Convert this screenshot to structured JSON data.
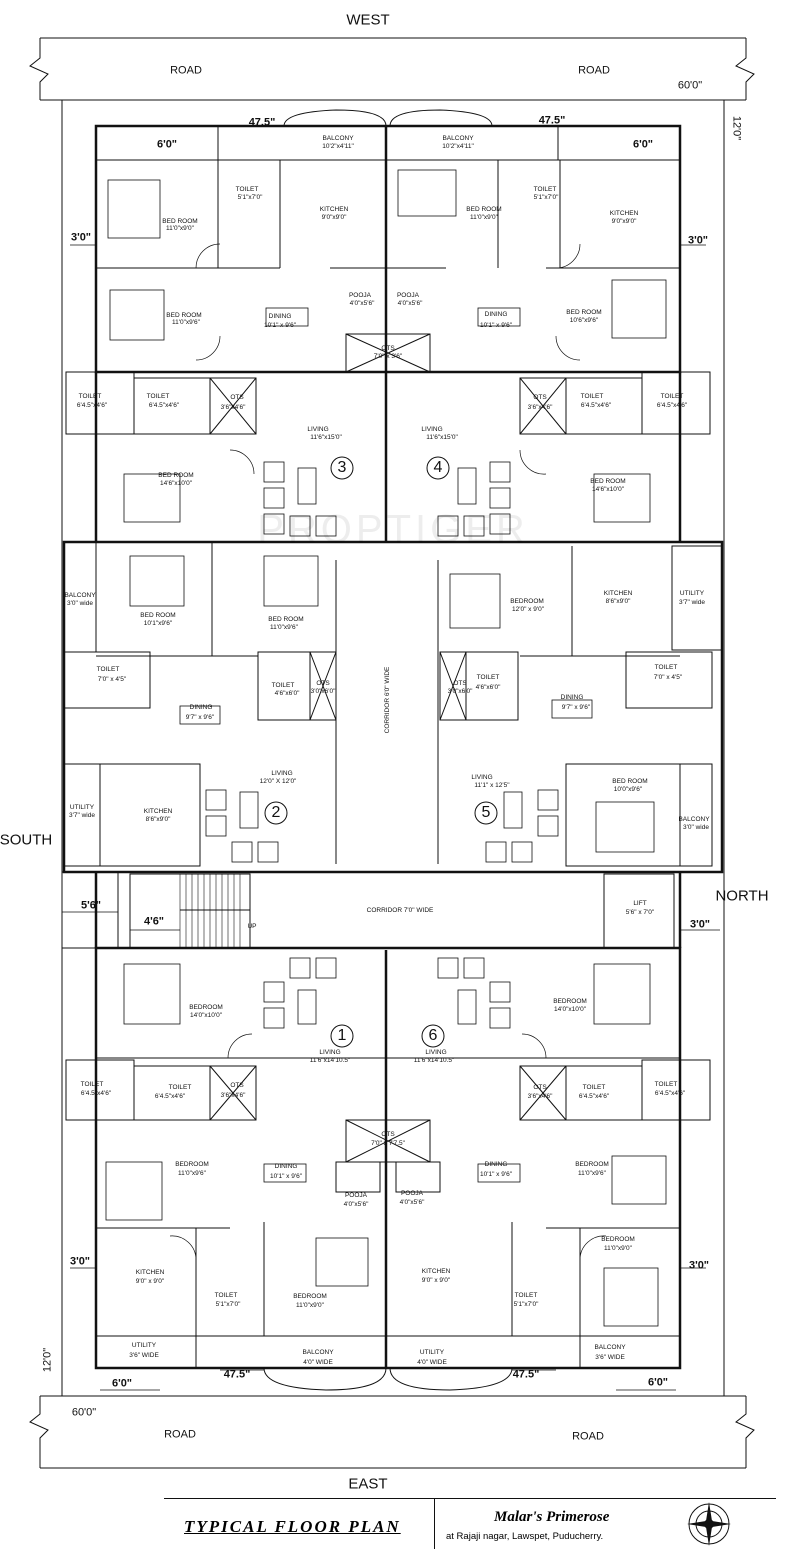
{
  "directions": {
    "west": "WEST",
    "east": "EAST",
    "south": "SOUTH",
    "north": "NORTH"
  },
  "roads": {
    "label": "ROAD",
    "width": "60'0\"",
    "setback": "12'0\""
  },
  "dimensions": {
    "d47_5": "47.5\"",
    "d6_0": "6'0\"",
    "d3_0": "3'0\"",
    "d5_6": "5'6\"",
    "d4_6": "4'6\""
  },
  "units": [
    "1",
    "2",
    "3",
    "4",
    "5",
    "6"
  ],
  "corridors": {
    "main": "CORRIDOR 7'0\" WIDE",
    "vertical": "CORRIDOR 6'0\" WIDE",
    "lift": "LIFT",
    "lift_size": "5'6\" x 7'0\"",
    "up": "UP"
  },
  "rooms": {
    "balcony_w": "BALCONY",
    "balcony_w_size": "10'2\"x4'11\"",
    "bedroom_nw": "BED ROOM",
    "bedroom_nw_size": "11'0\"x9'0\"",
    "toilet_nw": "TOILET",
    "toilet_nw_size": "5'1\"x7'0\"",
    "kitchen_nw": "KITCHEN",
    "kitchen_nw_size": "9'0\"x9'0\"",
    "bedroom_nw2": "BED ROOM",
    "bedroom_nw2_size": "11'0\"x9'0\"",
    "bedroom_w3": "BED ROOM",
    "bedroom_w3_size": "11'0\"x9'6\"",
    "bedroom_w4": "BED ROOM",
    "bedroom_w4_size": "10'6\"x9'6\"",
    "dining_w3": "DINING",
    "dining_w3_size": "10'1\" x 9'6\"",
    "dining_w4": "DINING",
    "dining_w4_size": "10'1\" x 9'6\"",
    "pooja": "POOJA",
    "pooja_size": "4'0\"x5'6\"",
    "ots": "OTS",
    "ots_w_size": "7'0\" x 3'6\"",
    "toilet_small": "TOILET",
    "toilet_small_size": "6'4.5\"x4'6\"",
    "ots_small_size": "3'6\"x4'6\"",
    "living34": "LIVING",
    "living34_size": "11'6\"x15'0\"",
    "bedroom_34": "BED ROOM",
    "bedroom_34_size": "14'6\"x10'0\"",
    "balcony_s": "BALCONY",
    "balcony_s_size": "3'0\" wide",
    "bedroom_s2a": "BED ROOM",
    "bedroom_s2a_size": "10'1\"x9'6\"",
    "bedroom_s2b": "BED ROOM",
    "bedroom_s2b_size": "11'0\"x9'6\"",
    "toilet_s2": "TOILET",
    "toilet_s2_size": "7'0\" x 4'5\"",
    "dining_s2": "DINING",
    "dining_s2_size": "9'7\" x 9'6\"",
    "toilet_s2b": "TOILET",
    "toilet_s2b_size": "4'6\"x6'0\"",
    "ots_s2": "OTS",
    "ots_s2_size": "3'0\"x6'0\"",
    "living2": "LIVING",
    "living2_size": "12'0\" X 12'0\"",
    "utility": "UTILITY",
    "utility_size": "3'7\" wide",
    "kitchen_s2": "KITCHEN",
    "kitchen_s2_size": "8'6\"x9'0\"",
    "bedroom_n5": "BEDROOM",
    "bedroom_n5_size": "12'0\" x 9'0\"",
    "kitchen_n5": "KITCHEN",
    "kitchen_n5_size": "8'6\"x9'0\"",
    "utility_n5": "UTILITY",
    "utility_n5_size": "3'7\" wide",
    "dining_n5": "DINING",
    "dining_n5_size": "9'7\" x 9'6\"",
    "living5": "LIVING",
    "living5_size": "11'1\" x 12'5\"",
    "bedroom_n5b": "BED ROOM",
    "bedroom_n5b_size": "10'0\"x9'6\"",
    "balcony_n": "BALCONY",
    "balcony_n_size": "3'0\" wide",
    "bedroom_16": "BEDROOM",
    "bedroom_16_size": "14'0\"x10'0\"",
    "living1": "LIVING",
    "living1_size": "11'6\"x14'10.5\"",
    "living6": "LIVING",
    "living6_size": "11'6\"x14'10.5\"",
    "ots16": "OTS",
    "ots16_size": "3'6\"x4'6\"",
    "bedroom_e": "BEDROOM",
    "bedroom_e_size": "11'0\"x9'6\"",
    "dining_e": "DINING",
    "dining_e_size": "10'1\" x 9'6\"",
    "ots_e": "OTS",
    "ots_e_size": "7'0\" x 7'7.5\"",
    "kitchen_e": "KITCHEN",
    "kitchen_e_size": "9'0\" x 9'0\"",
    "toilet_e": "TOILET",
    "toilet_e_size": "5'1\"x7'0\"",
    "bedroom_e2": "BEDROOM",
    "bedroom_e2_size": "11'0\"x9'0\"",
    "utility_e": "UTILITY",
    "utility_e_size": "3'6\" WIDE",
    "balcony_e": "BALCONY",
    "balcony_e_size": "4'0\" WIDE",
    "utility_e2": "UTILITY",
    "utility_e2_size": "4'0\" WIDE",
    "balcony_e2": "BALCONY",
    "balcony_e2_size": "3'6\" WIDE"
  },
  "title_block": {
    "title": "TYPICAL FLOOR PLAN",
    "project": "Malar's Primerose",
    "address": "at Rajaji nagar, Lawspet, Puducherry."
  },
  "watermark": "PROPTIGER"
}
